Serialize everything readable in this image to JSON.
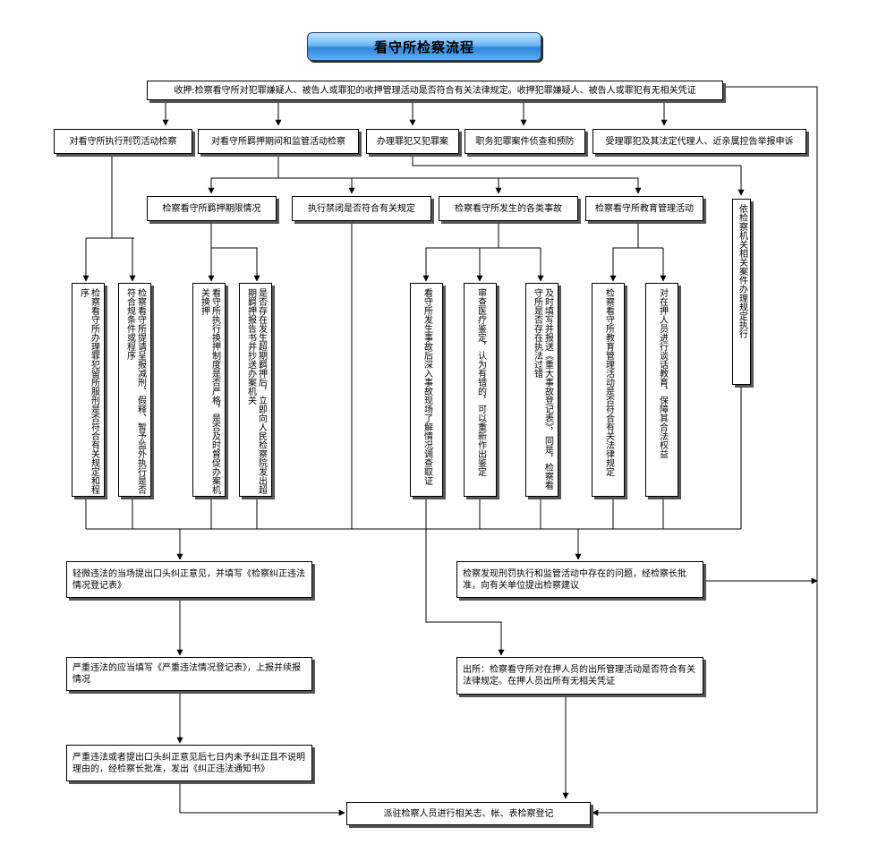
{
  "title": "看守所检察流程",
  "top": "收押:检察看守所对犯罪嫌疑人、被告人或罪犯的收押管理活动是否符合有关法律规定。收押犯罪嫌疑人、被告人或罪犯有无相关凭证",
  "row2": [
    "对看守所执行刑罚活动检察",
    "对看守所羁押期间和监管活动检察",
    "办理罪犯又犯罪案",
    "职务犯罪案件侦查和预防",
    "受理罪犯及其法定代理人、近亲属控告举报申诉"
  ],
  "row3": [
    "检察看守所羁押期限情况",
    "执行禁闭是否符合有关规定",
    "检察看守所发生的各类事故",
    "检察看守所教育管理活动"
  ],
  "right_vertical": "依检察机关相关案件办理规定执行",
  "vboxes": [
    "检察看守所办理罪犯留所服刑是否符合有关规定和程序",
    "检察看守所提请呈报减刑、假释、暂予监外执行是否符合规条件或程序",
    "看守所执行换押制度是否严格，是否及时督促办案机关换押",
    "是否存在发生超期羁押后，立即向人民检察院发出超期羁押报告书并抄送办案机关",
    "看守所发生事故后深入事故现场了解情况调查取证",
    "审查医疗鉴定，认为有错的，可以重新作出鉴定",
    "及时填写并报送《重大事故登记表》，同是，检察看守所是否存在执法过错",
    "检察看守所教育管理活动是否符合有关法律规定",
    "对在押人员进行谈话教育，保障其合法权益"
  ],
  "l1": "轻微违法的当场提出口头纠正意见，并填写《检察纠正违法情况登记表》",
  "l2": "严重违法的应当填写《严重违法情况登记表》，上报并续报情况",
  "l3": "严重违法或者提出口头纠正意见后七日内未予纠正且不说明理由的，经检察长批准，发出《纠正违法通知书》",
  "r1": "检察发现刑罚执行和监管活动中存在的问题，经检察长批准，向有关单位提出检察建议",
  "r2": "出所：检察看守所对在押人员的出所管理活动是否符合有关法律规定。在押人员出所有无相关凭证",
  "final": "派驻检察人员进行相关志、帐、表检察登记"
}
